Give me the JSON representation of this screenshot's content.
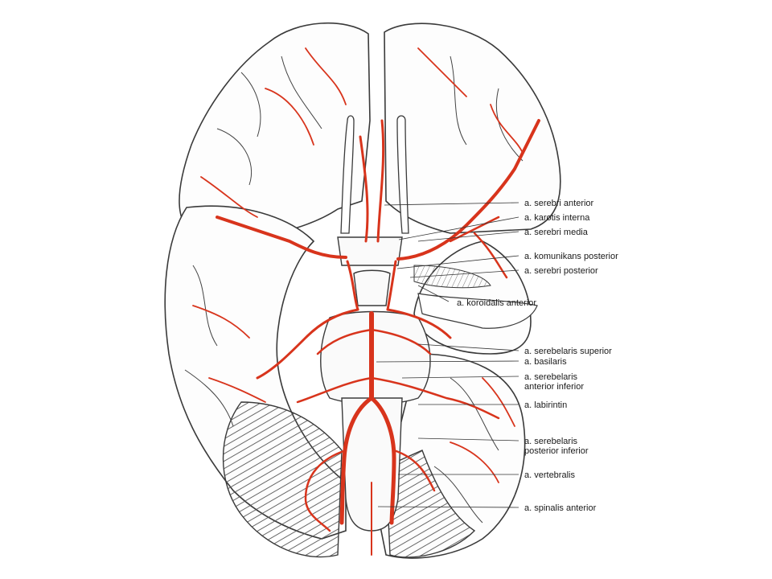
{
  "diagram": {
    "labels": [
      {
        "id": "serebri-anterior",
        "lines": [
          "a. serebri anterior"
        ]
      },
      {
        "id": "karotis-interna",
        "lines": [
          "a. karotis interna"
        ]
      },
      {
        "id": "serebri-media",
        "lines": [
          "a. serebri media"
        ]
      },
      {
        "id": "komunikans-posterior",
        "lines": [
          "a. komunikans posterior"
        ]
      },
      {
        "id": "serebri-posterior",
        "lines": [
          "a. serebri posterior"
        ]
      },
      {
        "id": "koroidalis-anterior",
        "lines": [
          "a. koroidalis anterior"
        ]
      },
      {
        "id": "serebelaris-superior",
        "lines": [
          "a. serebelaris superior"
        ]
      },
      {
        "id": "basilaris",
        "lines": [
          "a. basilaris"
        ]
      },
      {
        "id": "serebelaris-anterior-inferior",
        "lines": [
          "a. serebelaris",
          "anterior inferior"
        ]
      },
      {
        "id": "labirintin",
        "lines": [
          "a. labirintin"
        ]
      },
      {
        "id": "serebelaris-posterior-inferior",
        "lines": [
          "a. serebelaris",
          "posterior inferior"
        ]
      },
      {
        "id": "vertebralis",
        "lines": [
          "a. vertebralis"
        ]
      },
      {
        "id": "spinalis-anterior",
        "lines": [
          "a. spinalis anterior"
        ]
      }
    ],
    "colors": {
      "artery": "#d8341c",
      "outline": "#3a3a3a",
      "hatch": "#6a6a6a",
      "background": "#ffffff"
    }
  }
}
